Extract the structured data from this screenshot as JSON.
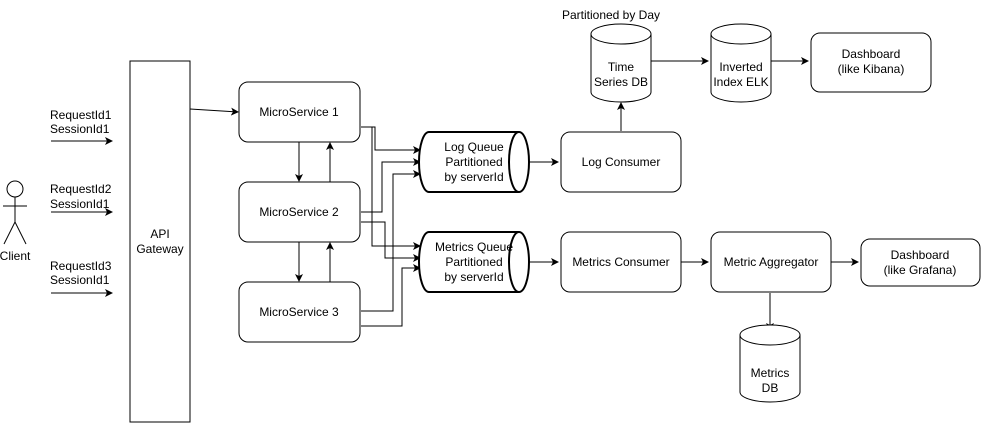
{
  "client": {
    "label": "Client"
  },
  "requests": [
    {
      "line1": "RequestId1",
      "line2": "SessionId1"
    },
    {
      "line1": "RequestId2",
      "line2": "SessionId1"
    },
    {
      "line1": "RequestId3",
      "line2": "SessionId1"
    }
  ],
  "gateway": {
    "line1": "API",
    "line2": "Gateway"
  },
  "services": [
    {
      "label": "MicroService 1"
    },
    {
      "label": "MicroService 2"
    },
    {
      "label": "MicroService 3"
    }
  ],
  "log_queue": {
    "line1": "Log Queue",
    "line2": "Partitioned",
    "line3": "by serverId"
  },
  "metrics_queue": {
    "line1": "Metrics Queue",
    "line2": "Partitioned",
    "line3": "by serverId"
  },
  "log_consumer": {
    "label": "Log Consumer"
  },
  "metrics_consumer": {
    "label": "Metrics Consumer"
  },
  "metric_aggregator": {
    "label": "Metric Aggregator"
  },
  "tsdb": {
    "caption": "Partitioned by Day",
    "line1": "Time",
    "line2": "Series DB"
  },
  "elk": {
    "line1": "Inverted",
    "line2": "Index ELK"
  },
  "metrics_db": {
    "line1": "Metrics",
    "line2": "DB"
  },
  "dashboard_kibana": {
    "line1": "Dashboard",
    "line2": "(like Kibana)"
  },
  "dashboard_grafana": {
    "line1": "Dashboard",
    "line2": "(like Grafana)"
  }
}
